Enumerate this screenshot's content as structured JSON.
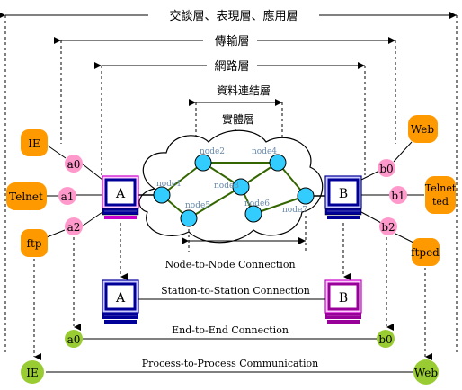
{
  "layers": {
    "app": "交談層、表現層、應用層",
    "transport": "傳輸層",
    "network": "網路層",
    "datalink": "資料連結層",
    "physical": "實體層"
  },
  "hosts": {
    "a": {
      "label": "A",
      "ports": [
        "a0",
        "a1",
        "a2"
      ],
      "apps": [
        "IE",
        "Telnet",
        "ftp"
      ]
    },
    "b": {
      "label": "B",
      "ports": [
        "b0",
        "b1",
        "b2"
      ],
      "apps": [
        "Web",
        "Telnet-ted",
        "ftped"
      ]
    }
  },
  "nodes": [
    "node1",
    "node2",
    "node3",
    "node4",
    "node5",
    "node6",
    "node7"
  ],
  "connections": {
    "node_to_node": "Node-to-Node Connection",
    "station_to_station": "Station-to-Station Connection",
    "end_to_end": "End-to-End Connection",
    "process_to_process": "Process-to-Process Communication"
  },
  "end_ports": {
    "left": "a0",
    "right": "b0"
  },
  "end_apps": {
    "left": "IE",
    "right": "Web"
  },
  "colors": {
    "orange": "#ff9900",
    "pink": "#ff99cc",
    "green": "#99cc33",
    "node": "#33ccff",
    "cloud_fill": "#ffffff",
    "monitor_frame": "#000099",
    "monitor_screen_a": "#ffccff",
    "monitor_screen_b": "#ffccff",
    "monitor_base": "#cc00cc"
  }
}
